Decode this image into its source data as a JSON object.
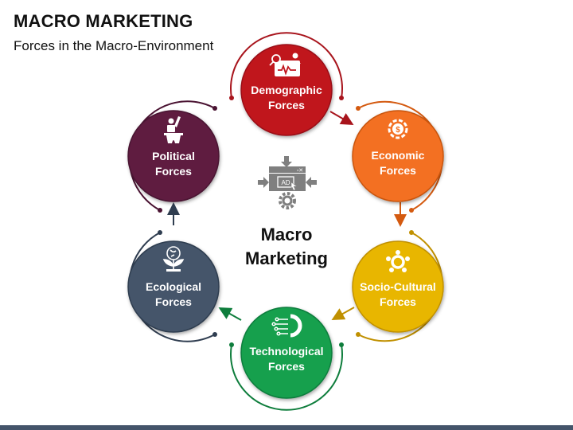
{
  "header": {
    "title": "MACRO MARKETING",
    "subtitle": "Forces in the Macro-Environment"
  },
  "center": {
    "icon": "ad-window-gear-icon",
    "line1": "Macro",
    "line2": "Marketing",
    "icon_color": "#7f7f7f"
  },
  "nodes": [
    {
      "id": "demographic",
      "line1": "Demographic",
      "line2": "Forces",
      "color": "#c0161f",
      "icon": "demographic-analysis-icon"
    },
    {
      "id": "economic",
      "line1": "Economic",
      "line2": "Forces",
      "color": "#f37021",
      "icon": "economy-gear-dollar-icon"
    },
    {
      "id": "socio-cultural",
      "line1": "Socio-Cultural",
      "line2": "Forces",
      "color": "#e8b600",
      "icon": "people-circle-icon"
    },
    {
      "id": "technological",
      "line1": "Technological",
      "line2": "Forces",
      "color": "#14a04e",
      "icon": "tech-circuit-gear-icon"
    },
    {
      "id": "ecological",
      "line1": "Ecological",
      "line2": "Forces",
      "color": "#44546a",
      "icon": "globe-plant-icon"
    },
    {
      "id": "political",
      "line1": "Political",
      "line2": "Forces",
      "color": "#5e1a40",
      "icon": "politician-podium-icon"
    }
  ],
  "footer": {
    "color": "#44546a"
  }
}
